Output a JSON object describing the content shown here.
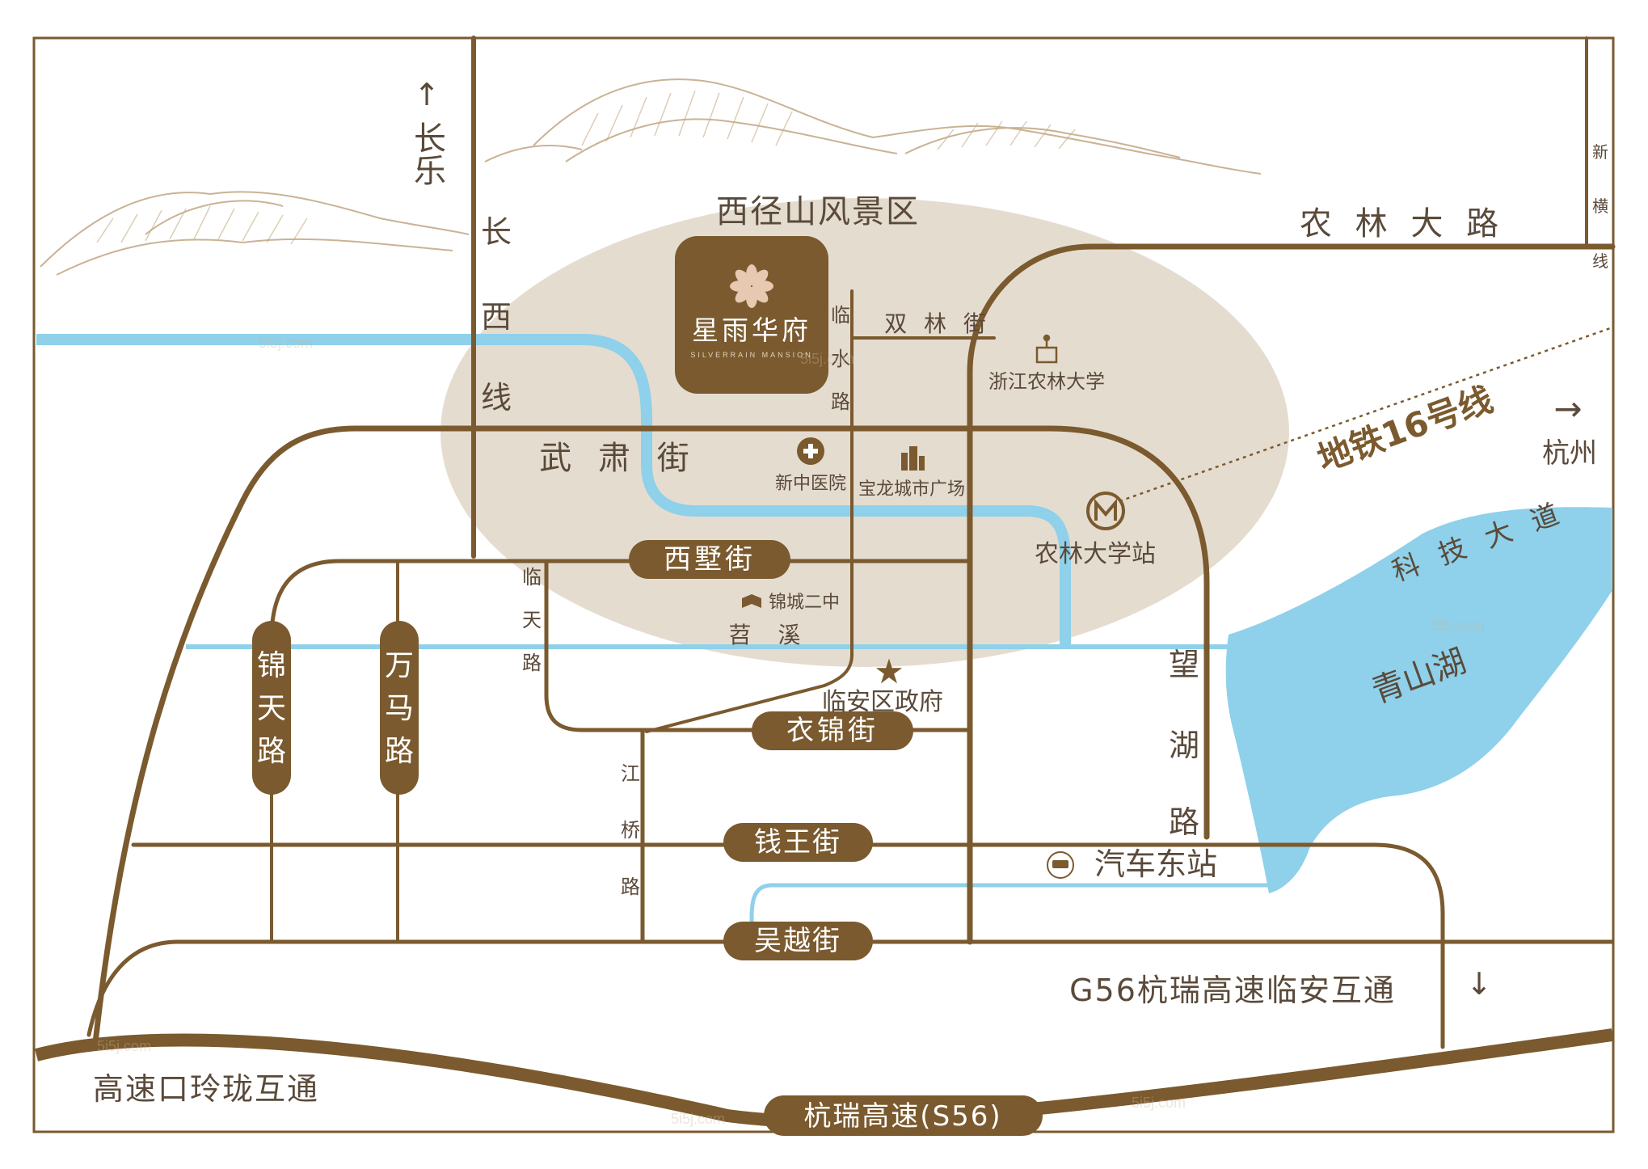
{
  "colors": {
    "road": "#7a5a2e",
    "river": "#8fd0ea",
    "lake": "#8fd0ea",
    "zone": "#e2d8cb",
    "logo_bg": "#7a5a2e",
    "label_text": "#5a4a3a"
  },
  "project": {
    "name": "星雨华府",
    "sub": "SILVERRAIN MANSION"
  },
  "direction_labels": {
    "north_arrow": "↑",
    "north": "长乐",
    "east_arrow": "→",
    "east": "杭州",
    "south_arrow": "↓"
  },
  "areas": {
    "scenic": "西径山风景区",
    "lake": "青山湖"
  },
  "roads": {
    "nonglin": "农 林 大 路",
    "xinheng": [
      "新",
      "横",
      "线"
    ],
    "changxi": [
      "长",
      "西",
      "线"
    ],
    "linshui": [
      "临",
      "水",
      "路"
    ],
    "shuanglin": "双 林 街",
    "wusu": "武 肃 街",
    "keji": "科 技 大 道",
    "xishu": "西墅街",
    "lintian": [
      "临",
      "天",
      "路"
    ],
    "tiaoxi": "苕 溪",
    "jintian": [
      "锦",
      "天",
      "路"
    ],
    "wanma": [
      "万",
      "马",
      "路"
    ],
    "yijin": "衣锦街",
    "jiangqiao": [
      "江",
      "桥",
      "路"
    ],
    "wanghu": [
      "望",
      "湖",
      "路"
    ],
    "qianwang": "钱王街",
    "wuyue": "吴越街",
    "hangrui": "杭瑞高速(S56)",
    "g56": "G56杭瑞高速临安互通",
    "linglong": "高速口玲珑互通"
  },
  "metro": {
    "line": "地铁16号线",
    "station": "农林大学站",
    "icon": "metro-icon"
  },
  "pois": {
    "univ": "浙江农林大学",
    "hospital": "新中医院",
    "plaza": "宝龙城市广场",
    "school": "锦城二中",
    "gov": "临安区政府",
    "bus": "汽车东站"
  },
  "watermark": "5i5j.com"
}
